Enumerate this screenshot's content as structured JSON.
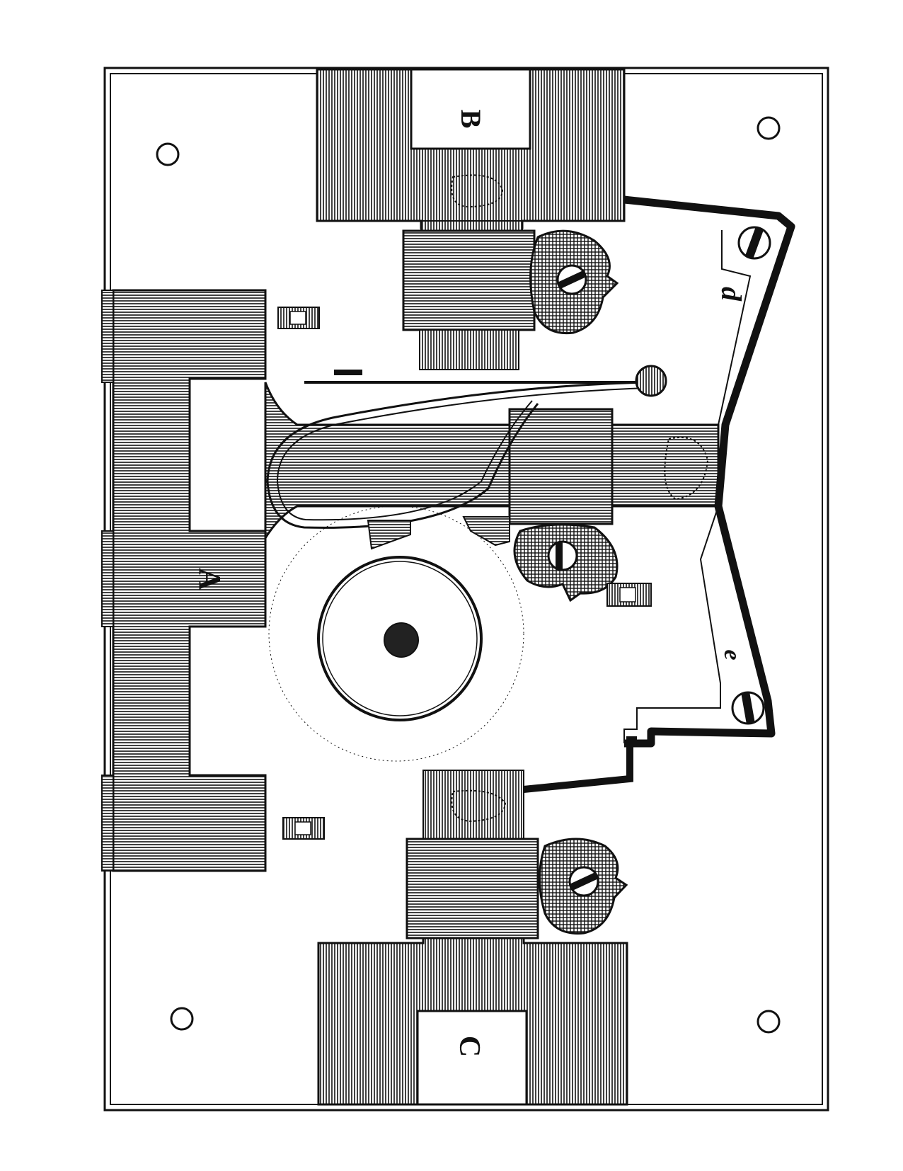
{
  "diagram": {
    "labels": {
      "A": "A",
      "B": "B",
      "C": "C",
      "d": "d",
      "e": "e"
    },
    "colors": {
      "ink": "#111111",
      "paper": "#ffffff"
    }
  }
}
